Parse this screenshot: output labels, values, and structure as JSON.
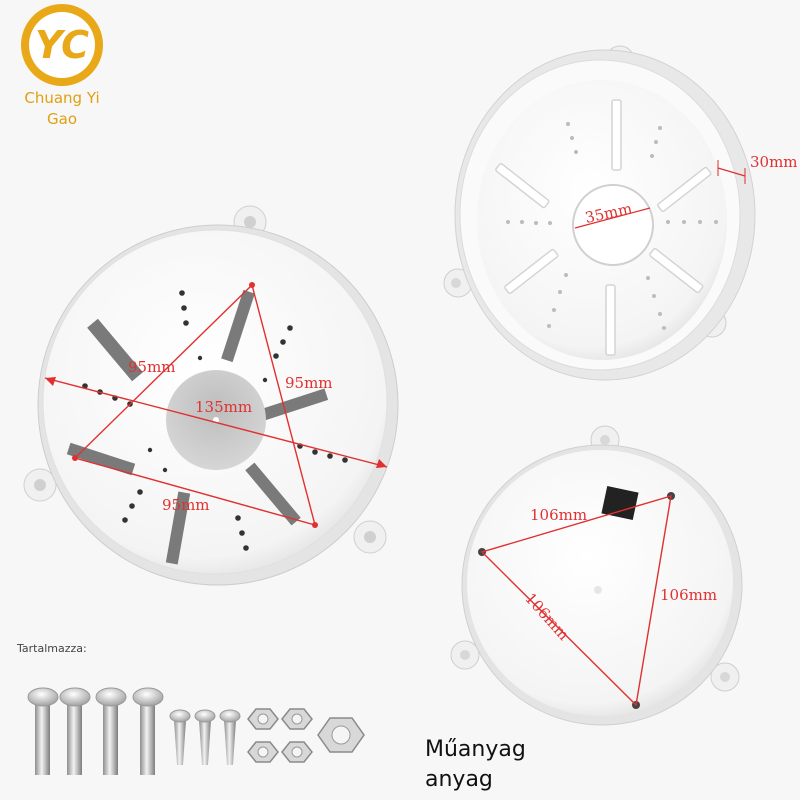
{
  "brand": {
    "logo_letters": "YC",
    "name": "Chuang Yi Gao",
    "color": "#e8a817"
  },
  "dimensions": {
    "front_triangle_left": "95mm",
    "front_triangle_right": "95mm",
    "front_triangle_bottom": "95mm",
    "front_diameter": "135mm",
    "side_hole_diameter": "35mm",
    "side_depth": "30mm",
    "back_triangle_top": "106mm",
    "back_triangle_right": "106mm",
    "back_triangle_left": "106mm"
  },
  "contents_label": "Tartalmazza:",
  "material_label_line1": "Műanyag",
  "material_label_line2": "anyag",
  "colors": {
    "dimension_lines": "#e03030",
    "plate": "#ffffff",
    "slots": "#7a7a7a"
  },
  "icons": {
    "screw": "phillips-screw-icon",
    "nut": "hex-nut-icon"
  }
}
